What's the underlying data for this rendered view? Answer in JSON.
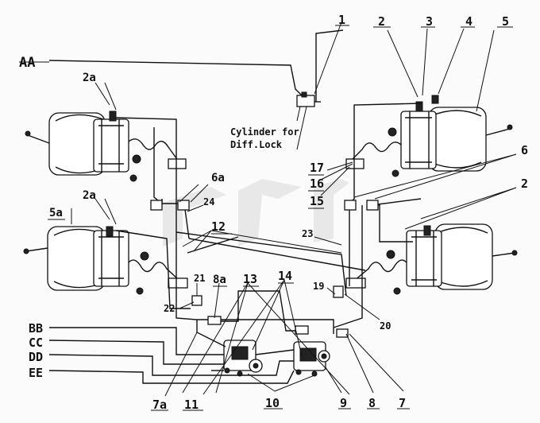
{
  "ports": [
    "AA",
    "BB",
    "CC",
    "DD",
    "EE"
  ],
  "caption": [
    "Cylinder for",
    "Diff.Lock"
  ],
  "callouts": {
    "n1": "1",
    "n2": "2",
    "n3": "3",
    "n4": "4",
    "n5": "5",
    "n2a_top": "2a",
    "n6": "6",
    "n6a": "6a",
    "n24": "24",
    "n17": "17",
    "n16": "16",
    "n15": "15",
    "n2_right": "2",
    "n2a_mid": "2a",
    "n5a": "5a",
    "n12": "12",
    "n23": "23",
    "n21": "21",
    "n8a": "8a",
    "n13": "13",
    "n14": "14",
    "n19": "19",
    "n22": "22",
    "n20": "20",
    "n7a": "7a",
    "n11": "11",
    "n10": "10",
    "n9": "9",
    "n8": "8",
    "n7": "7"
  }
}
